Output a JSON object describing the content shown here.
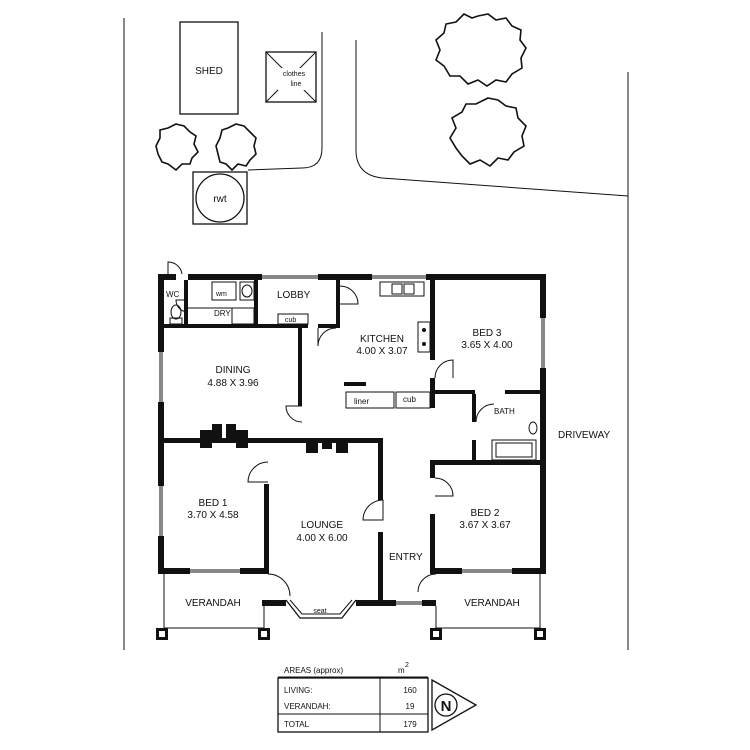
{
  "site": {
    "shed": "SHED",
    "clothes_line": [
      "clothes",
      "line"
    ],
    "rwt": "rwt",
    "driveway": "DRIVEWAY"
  },
  "rooms": {
    "wc": "WC",
    "wm": "wm",
    "dry": "DRY",
    "lobby": "LOBBY",
    "cub_lobby": "cub",
    "kitchen": {
      "name": "KITCHEN",
      "size": "4.00 X 3.07"
    },
    "liner": "liner",
    "cub_kitchen": "cub",
    "bed3": {
      "name": "BED 3",
      "size": "3.65 X 4.00"
    },
    "dining": {
      "name": "DINING",
      "size": "4.88 X 3.96"
    },
    "bath": "BATH",
    "bed1": {
      "name": "BED 1",
      "size": "3.70 X 4.58"
    },
    "lounge": {
      "name": "LOUNGE",
      "size": "4.00 X 6.00"
    },
    "entry": "ENTRY",
    "bed2": {
      "name": "BED 2",
      "size": "3.67 X 3.67"
    },
    "verandah_left": "VERANDAH",
    "verandah_right": "VERANDAH",
    "seat": "seat"
  },
  "areas": {
    "title": "AREAS (approx)",
    "unit": "m",
    "unit_sup": "2",
    "rows": [
      {
        "label": "LIVING:",
        "value": "160"
      },
      {
        "label": "VERANDAH:",
        "value": "19"
      },
      {
        "label": "TOTAL",
        "value": "179"
      }
    ]
  },
  "north": {
    "letter": "N"
  }
}
